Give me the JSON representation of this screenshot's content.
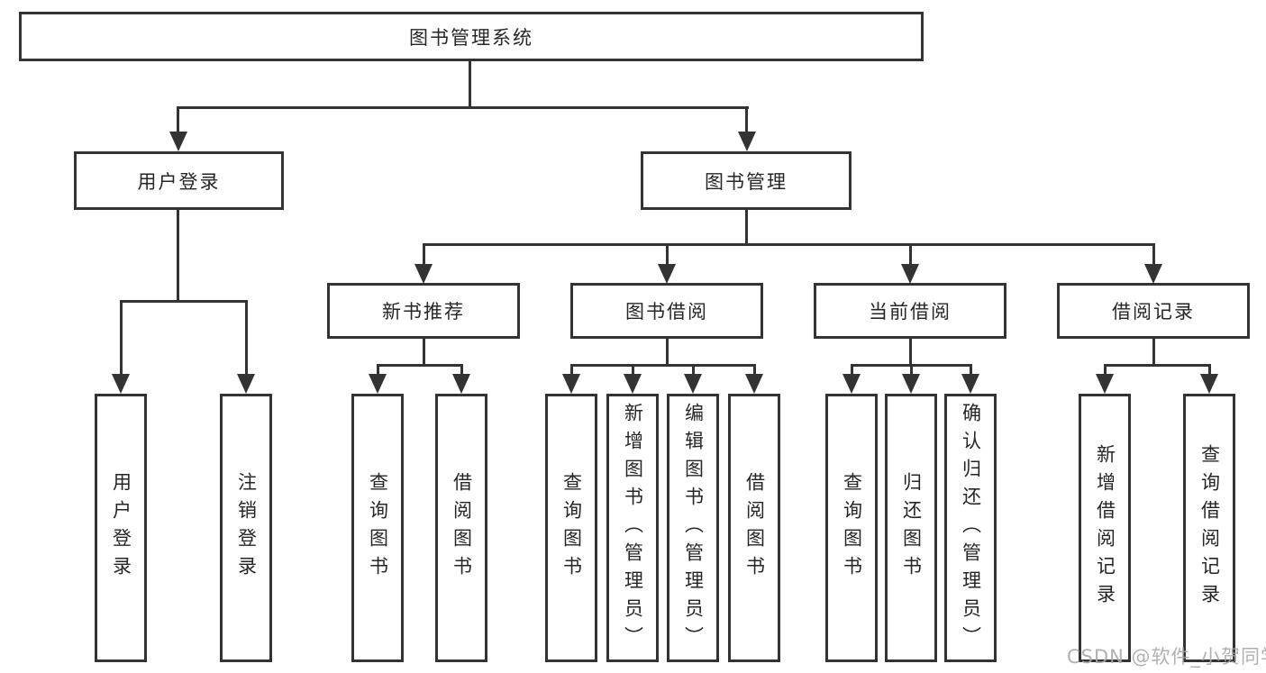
{
  "title": "图书管理系统",
  "watermark": {
    "text": "CSDN @软件_小贺同学"
  },
  "colors": {
    "line": "#333333",
    "box_border": "#333333",
    "box_background": "#ffffff",
    "text": "#262626",
    "watermark": "#a8a8a8",
    "background": "#ffffff"
  },
  "tree": {
    "label": "图书管理系统",
    "children": [
      {
        "label": "用户登录",
        "children": [
          {
            "label": "用户登录"
          },
          {
            "label": "注销登录"
          }
        ]
      },
      {
        "label": "图书管理",
        "children": [
          {
            "label": "新书推荐",
            "children": [
              {
                "label": "查询图书"
              },
              {
                "label": "借阅图书"
              }
            ]
          },
          {
            "label": "图书借阅",
            "children": [
              {
                "label": "查询图书"
              },
              {
                "label": "新增图书（管理员）"
              },
              {
                "label": "编辑图书（管理员）"
              },
              {
                "label": "借阅图书"
              }
            ]
          },
          {
            "label": "当前借阅",
            "children": [
              {
                "label": "查询图书"
              },
              {
                "label": "归还图书"
              },
              {
                "label": "确认归还（管理员）"
              }
            ]
          },
          {
            "label": "借阅记录",
            "children": [
              {
                "label": "新增借阅记录"
              },
              {
                "label": "查询借阅记录"
              }
            ]
          }
        ]
      }
    ]
  }
}
